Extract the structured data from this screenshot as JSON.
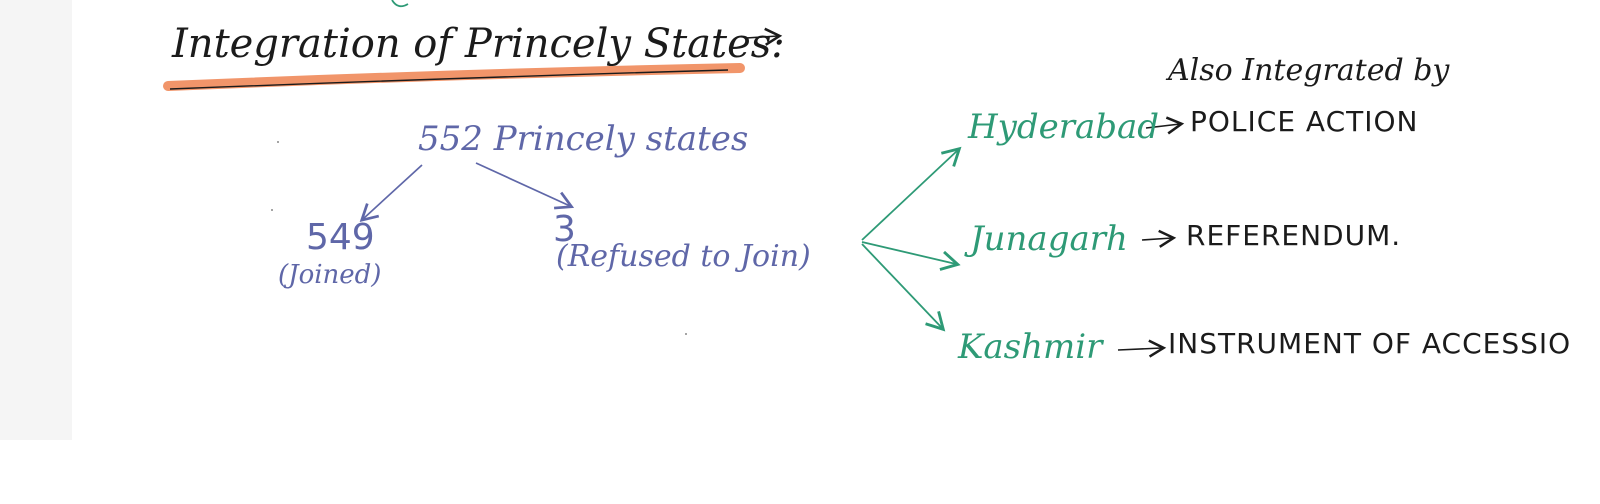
{
  "heading": {
    "title": "Integration of Princely States:",
    "highlight_color": "#f08a5a"
  },
  "root": {
    "label": "552 Princely states"
  },
  "branches": {
    "joined": {
      "count": "549",
      "note": "(Joined)"
    },
    "refused": {
      "count": "3",
      "note": "(Refused to Join)"
    }
  },
  "states": [
    {
      "name": "Hyderabad",
      "method": "POLICE ACTION"
    },
    {
      "name": "Junagarh",
      "method": "REFERENDUM."
    },
    {
      "name": "Kashmir",
      "method": "INSTRUMENT OF ACCESSIO"
    }
  ],
  "annotation": {
    "text": "Also Integrated by"
  },
  "colors": {
    "black_ink": "#1b1b1b",
    "blue_ink": "#5f67a8",
    "green_ink": "#2e9a76"
  }
}
